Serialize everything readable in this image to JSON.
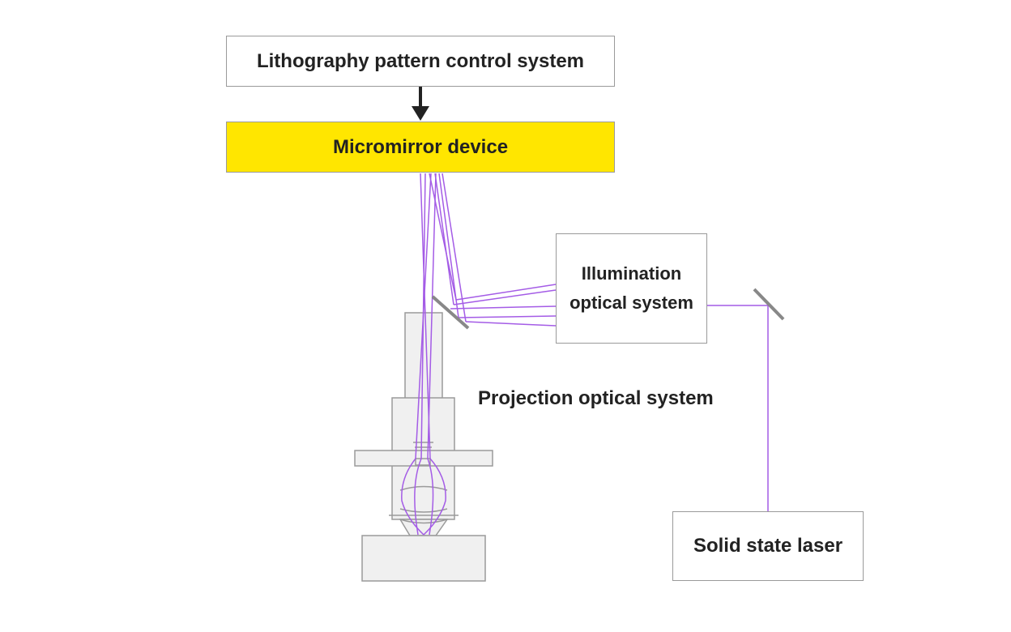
{
  "boxes": {
    "lithography": "Lithography pattern control system",
    "micromirror": "Micromirror device",
    "illumination_line1": "Illumination",
    "illumination_line2": "optical system",
    "laser": "Solid state laser"
  },
  "labels": {
    "projection": "Projection optical system"
  },
  "colors": {
    "micromirror_fill": "#ffe600",
    "beam": "#a45ce6",
    "outline": "#9a9a9a",
    "apparatus_fill": "#f0f0f0",
    "mirror": "#888888",
    "arrow": "#222222",
    "text": "#222222"
  }
}
